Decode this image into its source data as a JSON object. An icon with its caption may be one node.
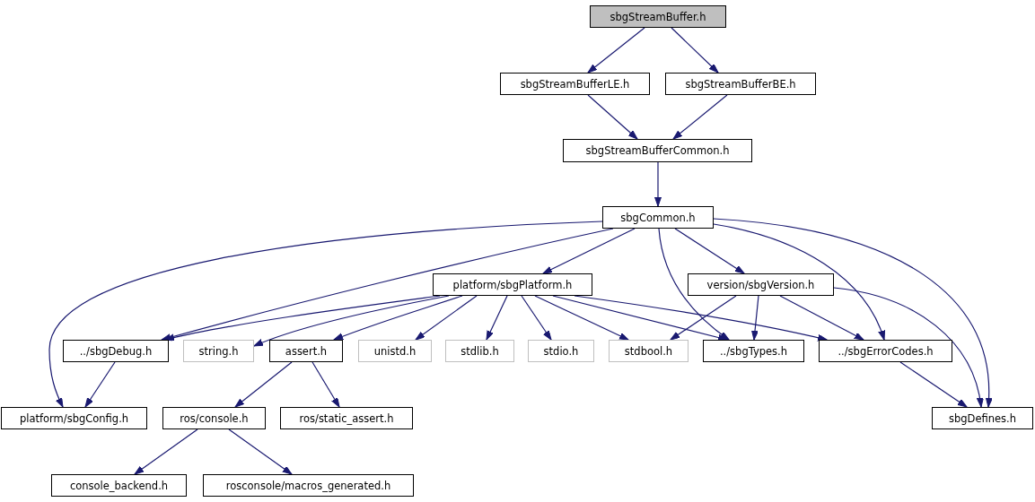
{
  "diagram": {
    "nodes": [
      {
        "text": [
          "sbgStreamBuffer.h"
        ]
      },
      {
        "text": [
          "sbgStreamBufferLE.h"
        ]
      },
      {
        "text": [
          "sbgStreamBufferBE.h"
        ]
      },
      {
        "text": [
          "sbgStreamBufferCommon.h"
        ]
      },
      {
        "text": [
          "sbgCommon.h"
        ]
      },
      {
        "text": [
          "platform/sbgPlatform.h"
        ]
      },
      {
        "text": [
          "version/sbgVersion.h"
        ]
      },
      {
        "text": [
          "../sbgDebug.h"
        ]
      },
      {
        "text": [
          "string.h"
        ]
      },
      {
        "text": [
          "assert.h"
        ]
      },
      {
        "text": [
          "unistd.h"
        ]
      },
      {
        "text": [
          "stdlib.h"
        ]
      },
      {
        "text": [
          "stdio.h"
        ]
      },
      {
        "text": [
          "stdbool.h"
        ]
      },
      {
        "text": [
          "../sbgTypes.h"
        ]
      },
      {
        "text": [
          "../sbgErrorCodes.h"
        ]
      },
      {
        "text": [
          "platform/sbgConfig.h"
        ]
      },
      {
        "text": [
          "ros/console.h"
        ]
      },
      {
        "text": [
          "ros/static_assert.h"
        ]
      },
      {
        "text": [
          "sbgDefines.h"
        ]
      },
      {
        "text": [
          "console_backend.h"
        ]
      },
      {
        "text": [
          "rosconsole/macros_generated.h"
        ]
      }
    ],
    "edges": [
      {
        "from": 0,
        "to": 1,
        "arrow": "to"
      },
      {
        "from": 0,
        "to": 2,
        "arrow": "to"
      },
      {
        "from": 1,
        "to": 3,
        "arrow": "to"
      },
      {
        "from": 2,
        "to": 3,
        "arrow": "to"
      },
      {
        "from": 3,
        "to": 4,
        "arrow": "to"
      },
      {
        "from": 4,
        "to": 16,
        "arrow": "to"
      },
      {
        "from": 4,
        "to": 7,
        "arrow": "to"
      },
      {
        "from": 4,
        "to": 5,
        "arrow": "to"
      },
      {
        "from": 4,
        "to": 14,
        "arrow": "to"
      },
      {
        "from": 4,
        "to": 6,
        "arrow": "to"
      },
      {
        "from": 4,
        "to": 15,
        "arrow": "to"
      },
      {
        "from": 4,
        "to": 19,
        "arrow": "to"
      },
      {
        "from": 5,
        "to": 7,
        "arrow": "to"
      },
      {
        "from": 5,
        "to": 8,
        "arrow": "to"
      },
      {
        "from": 5,
        "to": 9,
        "arrow": "to"
      },
      {
        "from": 5,
        "to": 10,
        "arrow": "to"
      },
      {
        "from": 5,
        "to": 11,
        "arrow": "to"
      },
      {
        "from": 5,
        "to": 12,
        "arrow": "to"
      },
      {
        "from": 5,
        "to": 13,
        "arrow": "to"
      },
      {
        "from": 5,
        "to": 14,
        "arrow": "to"
      },
      {
        "from": 5,
        "to": 15,
        "arrow": "to"
      },
      {
        "from": 6,
        "to": 13,
        "arrow": "to"
      },
      {
        "from": 6,
        "to": 14,
        "arrow": "to"
      },
      {
        "from": 6,
        "to": 15,
        "arrow": "to"
      },
      {
        "from": 6,
        "to": 19,
        "arrow": "to"
      },
      {
        "from": 7,
        "to": 16,
        "arrow": "to"
      },
      {
        "from": 9,
        "to": 17,
        "arrow": "to"
      },
      {
        "from": 9,
        "to": 18,
        "arrow": "to"
      },
      {
        "from": 15,
        "to": 19,
        "arrow": "to"
      },
      {
        "from": 17,
        "to": 20,
        "arrow": "to"
      },
      {
        "from": 17,
        "to": 21,
        "arrow": "to"
      }
    ]
  }
}
